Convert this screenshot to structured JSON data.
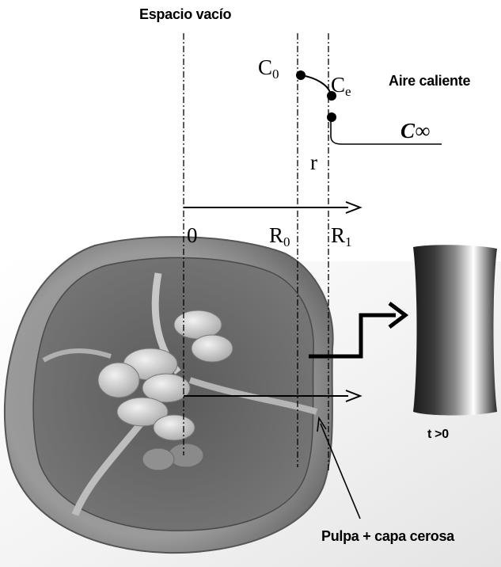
{
  "labels": {
    "empty_space": "Espacio vacío",
    "hot_air": "Aire caliente",
    "pulp_wax": "Pulpa + capa cerosa",
    "time": "t >0",
    "r_axis": "r",
    "origin": "0",
    "r0": "R",
    "r0_sub": "0",
    "r1": "R",
    "r1_sub": "1",
    "c0": "C",
    "c0_sub": "0",
    "ce": "C",
    "ce_sub": "e",
    "cinf": "C∞"
  }
}
